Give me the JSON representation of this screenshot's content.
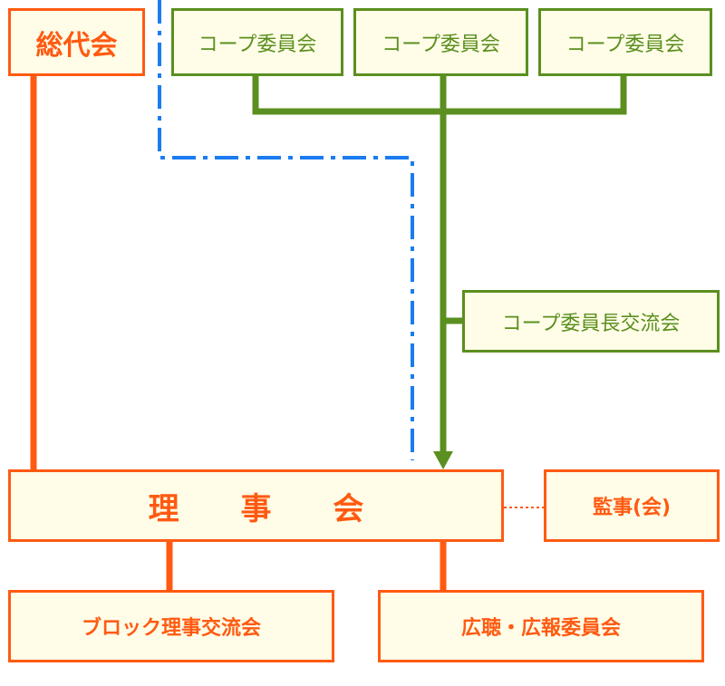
{
  "colors": {
    "orange": "#ff5a12",
    "green": "#5b8f1f",
    "blue": "#1a7cf0",
    "box_fill": "#fffde7"
  },
  "nodes": {
    "soudaikai": "総代会",
    "coop_committees": [
      "コープ委員会",
      "コープ委員会",
      "コープ委員会"
    ],
    "coop_chairs_meeting": "コープ委員長交流会",
    "rijikai": "理 事 会",
    "kanji": "監事(会)",
    "block_meeting": "ブロック理事交流会",
    "kouchou_committee": "広聴・広報委員会"
  }
}
